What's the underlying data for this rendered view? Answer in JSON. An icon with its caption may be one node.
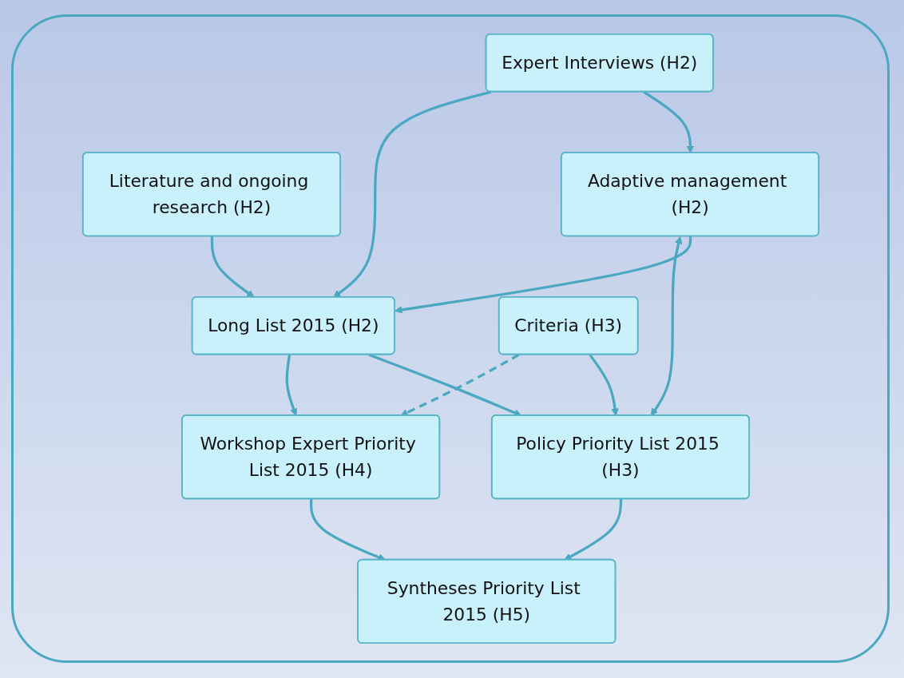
{
  "diagram": {
    "nodes": [
      {
        "text": [
          "Expert Interviews (H2)"
        ]
      },
      {
        "text": [
          "Literature and ongoing research (H2)"
        ]
      },
      {
        "text": [
          "Adaptive management (H2)"
        ]
      },
      {
        "text": [
          "Long List 2015 (H2)"
        ]
      },
      {
        "text": [
          "Criteria (H3)"
        ]
      },
      {
        "text": [
          "Policy Priority List 2015 (H3)"
        ]
      },
      {
        "text": [
          "Workshop Expert Priority List 2015 (H4)"
        ]
      },
      {
        "text": [
          "Syntheses Priority List 2015 (H5)"
        ]
      }
    ],
    "edges": [
      {
        "from": 0,
        "to": 2,
        "arrow": "to"
      },
      {
        "from": 0,
        "to": 3,
        "arrow": "to"
      },
      {
        "from": 1,
        "to": 3,
        "arrow": "to"
      },
      {
        "from": 2,
        "to": 3,
        "arrow": "to"
      },
      {
        "from": 3,
        "to": 5,
        "arrow": "to"
      },
      {
        "from": 3,
        "to": 6,
        "arrow": "to"
      },
      {
        "from": 4,
        "to": 5,
        "arrow": "to"
      },
      {
        "from": 4,
        "to": 6,
        "arrow": "to",
        "style": "dashed"
      },
      {
        "from": 2,
        "to": 5,
        "arrow": "both"
      },
      {
        "from": 5,
        "to": 7,
        "arrow": "to"
      },
      {
        "from": 6,
        "to": 7,
        "arrow": "to"
      }
    ]
  }
}
